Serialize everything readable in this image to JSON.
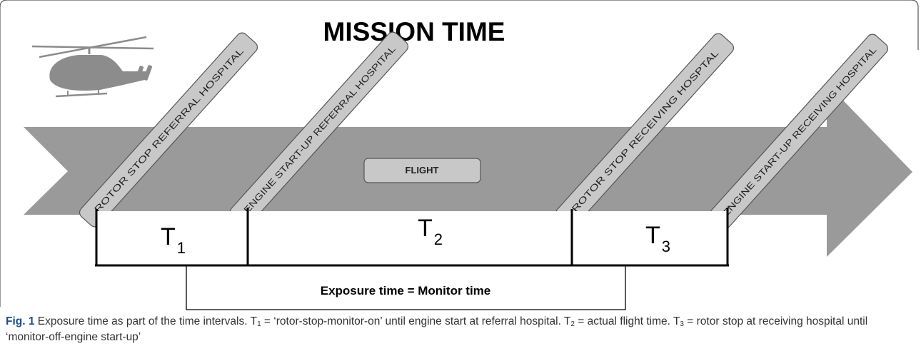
{
  "title": "MISSION TIME",
  "flight_label": "FLIGHT",
  "tags": [
    {
      "label": "ROTOR STOP REFERRAL HOSPITAL"
    },
    {
      "label": "ENGINE START-UP REFERRAL HOSPITAL"
    },
    {
      "label": "ROTOR STOP RECEIVING HOSPTAL"
    },
    {
      "label": "ENGINE START-UP RECEIVING HOSPITAL"
    }
  ],
  "intervals": [
    {
      "letter": "T",
      "sub": "1"
    },
    {
      "letter": "T",
      "sub": "2"
    },
    {
      "letter": "T",
      "sub": "3"
    }
  ],
  "exposure_label": "Exposure time = Monitor time",
  "caption": {
    "lead": "Fig. 1",
    "p1": " Exposure time as part of the time intervals. T",
    "s1": "1",
    "p2": " = ‘rotor-stop-monitor-on’ until engine start at referral hospital. T",
    "s2": "2",
    "p3": " = actual flight time. T",
    "s3": "3",
    "p4": " = rotor stop at receiving hospital until ‘monitor-off-engine start-up’"
  },
  "colors": {
    "arrow": "#9a9a9a",
    "tag_fill": "#c8c8c8",
    "helicopter": "#8c8c8c",
    "frame": "#555555",
    "caption_lead": "#1a4e86"
  },
  "icons": [
    "helicopter-icon"
  ]
}
